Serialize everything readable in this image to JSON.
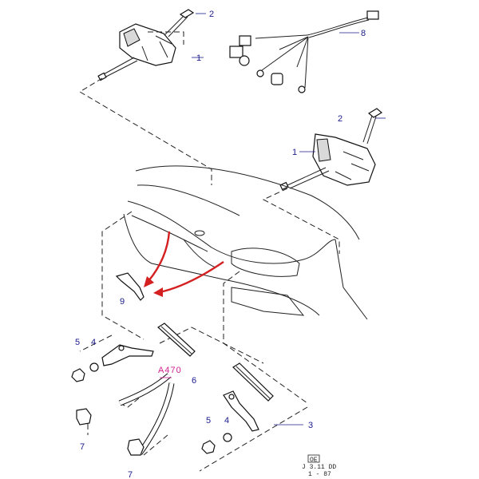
{
  "callouts": {
    "c1_top": "1",
    "c2_top": "2",
    "c8": "8",
    "c2_mid": "2",
    "c1_mid": "1",
    "c9": "9",
    "c5_left": "5",
    "c4_left": "4",
    "c6": "6",
    "c7_left": "7",
    "c3": "3",
    "c5_right": "5",
    "c4_right": "4",
    "c7_bottom": "7"
  },
  "pink_label": "A470",
  "reference": {
    "boxed": "OE",
    "line1": "J  3.11 DD",
    "line2": "1 - 87"
  },
  "colors": {
    "callout": "#1a1a8c",
    "pink_label": "#d01f8f",
    "arrow": "#d42020",
    "lines": "#222222"
  }
}
